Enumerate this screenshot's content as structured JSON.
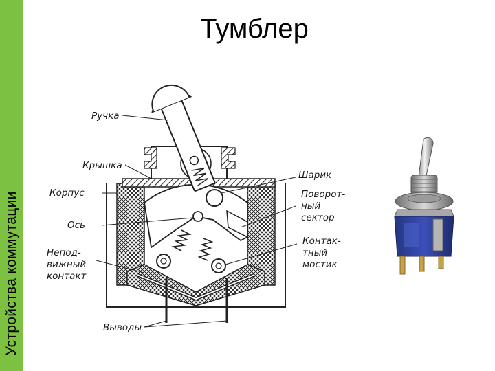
{
  "sidebar": {
    "text": "Устройства коммутации"
  },
  "title": "Тумблер",
  "diagram": {
    "labels": {
      "handle": "Ручка",
      "cover": "Крышка",
      "housing": "Корпус",
      "axis": "Ось",
      "fixed_contact": [
        "Непод-",
        "вижный",
        "контакт"
      ],
      "ball": "Шарик",
      "rotary_sector": [
        "Поворот-",
        "ный",
        "сектор"
      ],
      "contact_bridge": [
        "Контак-",
        "тный",
        "мостик"
      ],
      "terminals": "Выводы"
    }
  },
  "colors": {
    "sidebar": "#7dc142",
    "switch_body": "#2e3f9e",
    "metal": "#b8b8b8"
  }
}
